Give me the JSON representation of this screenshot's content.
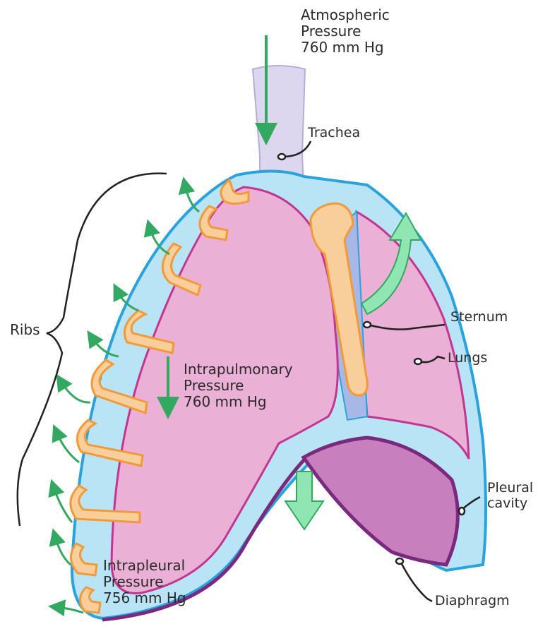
{
  "labels": {
    "atmospheric": {
      "line1": "Atmospheric",
      "line2": "Pressure",
      "line3": "760 mm Hg"
    },
    "trachea": "Trachea",
    "ribs": "Ribs",
    "sternum": "Sternum",
    "lungs": "Lungs",
    "intrapulmonary": {
      "line1": "Intrapulmonary",
      "line2": "Pressure",
      "line3": "760 mm Hg"
    },
    "pleural": {
      "line1": "Pleural",
      "line2": "cavity"
    },
    "intrapleural": {
      "line1": "Intrapleural",
      "line2": "Pressure",
      "line3": "756 mm Hg"
    },
    "diaphragm": "Diaphragm"
  },
  "colors": {
    "lung_fill": "#eab0d6",
    "lung_edge": "#c2368f",
    "pleura_fill": "#b8e4f6",
    "pleura_edge": "#2aa3dc",
    "diaphragm_fill": "#c77fbd",
    "diaphragm_edge": "#7a2a7e",
    "bone_fill": "#f8cf9a",
    "bone_edge": "#f29a3a",
    "trachea_fill": "#dcd6ee",
    "arrow_green": "#33a860",
    "arrow_light_green": "#8fe6b2"
  }
}
